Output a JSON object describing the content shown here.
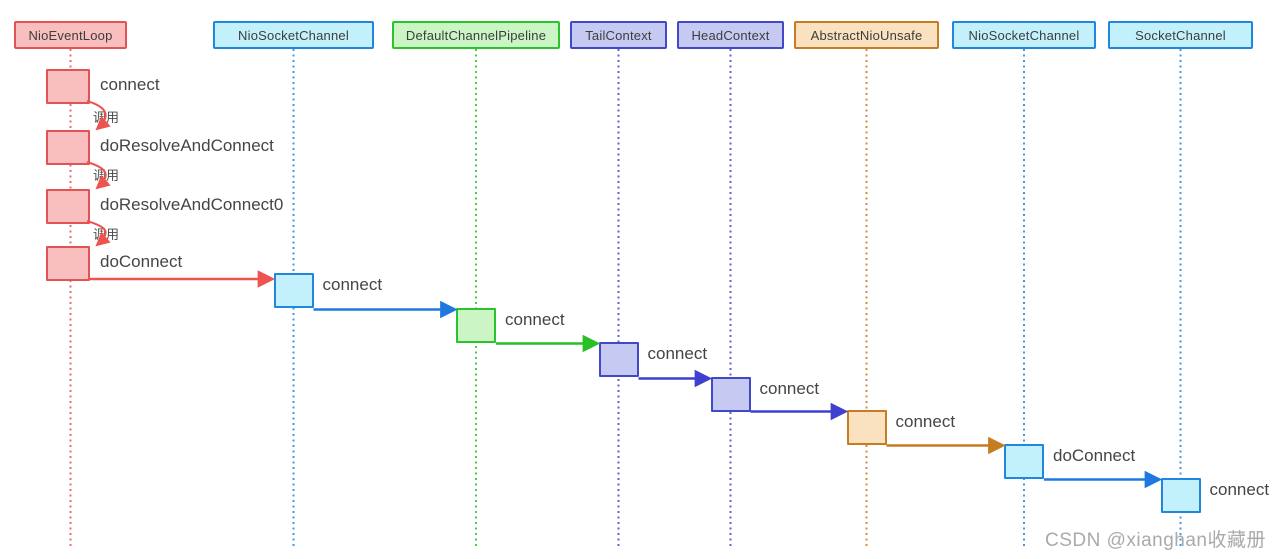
{
  "diagram_type": "sequence-diagram",
  "actors": [
    {
      "label": "NioEventLoop",
      "color": "red"
    },
    {
      "label": "NioSocketChannel",
      "color": "cyan"
    },
    {
      "label": "DefaultChannelPipeline",
      "color": "green"
    },
    {
      "label": "TailContext",
      "color": "purple"
    },
    {
      "label": "HeadContext",
      "color": "purple"
    },
    {
      "label": "AbstractNioUnsafe",
      "color": "orange"
    },
    {
      "label": "NioSocketChannel",
      "color": "cyan"
    },
    {
      "label": "SocketChannel",
      "color": "cyan"
    }
  ],
  "self_calls": [
    {
      "label": "connect"
    },
    {
      "label": "doResolveAndConnect"
    },
    {
      "label": "doResolveAndConnect0"
    },
    {
      "label": "doConnect"
    }
  ],
  "call_note": "调用",
  "calls": [
    {
      "label": "connect",
      "actor": 1,
      "box": "cyan",
      "arrow": "red"
    },
    {
      "label": "connect",
      "actor": 2,
      "box": "green",
      "arrow": "blue"
    },
    {
      "label": "connect",
      "actor": 3,
      "box": "purple",
      "arrow": "green"
    },
    {
      "label": "connect",
      "actor": 4,
      "box": "purple",
      "arrow": "indigo"
    },
    {
      "label": "connect",
      "actor": 5,
      "box": "orange",
      "arrow": "indigo"
    },
    {
      "label": "doConnect",
      "actor": 6,
      "box": "cyan",
      "arrow": "orange"
    },
    {
      "label": "connect",
      "actor": 7,
      "box": "cyan",
      "arrow": "blue"
    }
  ],
  "palette": {
    "red": {
      "fill": "#F9BEBE",
      "border": "#E25453"
    },
    "cyan": {
      "fill": "#C2F0FB",
      "border": "#2186E0"
    },
    "green": {
      "fill": "#CBF5C5",
      "border": "#2BC32B"
    },
    "purple": {
      "fill": "#C6CAF2",
      "border": "#4149C8"
    },
    "orange": {
      "fill": "#FAE2C0",
      "border": "#C67C22"
    }
  },
  "arrow_colors": {
    "red": "#EF5350",
    "blue": "#1F78E0",
    "green": "#27C127",
    "indigo": "#3F3FD0",
    "orange": "#C67C22"
  },
  "watermark": "CSDN @xianghan收藏册"
}
